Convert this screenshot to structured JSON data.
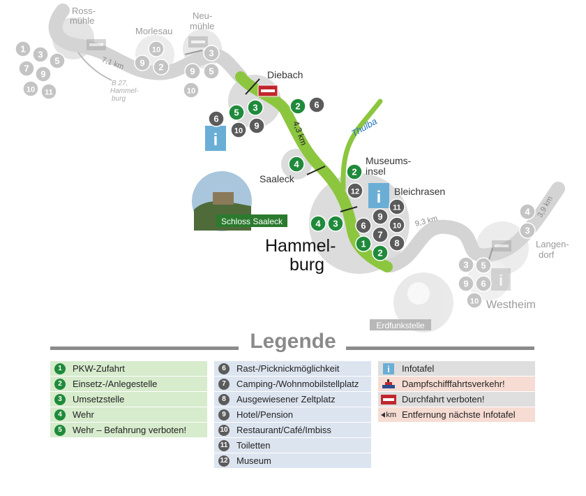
{
  "map": {
    "places": {
      "rossmuehle_1": "Ross-",
      "rossmuehle_2": "mühle",
      "morlesau": "Morlesau",
      "neumuehle_1": "Neu-",
      "neumuehle_2": "mühle",
      "diebach": "Diebach",
      "saaleck": "Saaleck",
      "museumsinsel_1": "Museums-",
      "museumsinsel_2": "insel",
      "bleichrasen": "Bleichrasen",
      "hammelburg_1": "Hammel-",
      "hammelburg_2": "burg",
      "langendorf_1": "Langen-",
      "langendorf_2": "dorf",
      "westheim": "Westheim",
      "thulba": "Thulba",
      "b27_1": "B 27,",
      "b27_2": "Hammel-",
      "b27_3": "burg"
    },
    "photo_labels": {
      "schloss": "Schloss Saaleck",
      "erdfunk": "Erdfunkstelle"
    },
    "distances": {
      "d1": "7,1 km",
      "d2": "4,3 km",
      "d3": "9,3 km",
      "d4": "3,9 km"
    },
    "markers": {
      "ross": [
        "1",
        "3",
        "5",
        "7",
        "9",
        "10",
        "11"
      ],
      "morlesau": [
        "10",
        "9",
        "2"
      ],
      "neumuehle": [
        "3",
        "9",
        "5",
        "10"
      ],
      "diebach": [
        "6",
        "5",
        "3",
        "10",
        "9",
        "2",
        "6"
      ],
      "saaleck": [
        "4"
      ],
      "museumsinsel": [
        "2",
        "12"
      ],
      "hammelburg": [
        "4",
        "3",
        "11",
        "9",
        "10",
        "6",
        "7",
        "8",
        "1",
        "2"
      ],
      "langendorf": [
        "4",
        "3"
      ],
      "westheim": [
        "3",
        "5",
        "9",
        "6",
        "10"
      ]
    }
  },
  "legend": {
    "title": "Legende",
    "col1": [
      {
        "num": "1",
        "label": "PKW-Zufahrt"
      },
      {
        "num": "2",
        "label": "Einsetz-/Anlegestelle"
      },
      {
        "num": "3",
        "label": "Umsetzstelle"
      },
      {
        "num": "4",
        "label": "Wehr"
      },
      {
        "num": "5",
        "label": "Wehr – Befahrung verboten!"
      }
    ],
    "col2": [
      {
        "num": "6",
        "label": "Rast-/Picknickmöglichkeit"
      },
      {
        "num": "7",
        "label": "Camping-/Wohnmobilstellplatz"
      },
      {
        "num": "8",
        "label": "Ausgewiesener Zeltplatz"
      },
      {
        "num": "9",
        "label": "Hotel/Pension"
      },
      {
        "num": "10",
        "label": "Restaurant/Café/Imbiss"
      },
      {
        "num": "11",
        "label": "Toiletten"
      },
      {
        "num": "12",
        "label": "Museum"
      }
    ],
    "col3": [
      {
        "icon": "info-board-icon",
        "label": "Infotafel"
      },
      {
        "icon": "steamboat-icon",
        "label": "Dampfschifffahrtsverkehr!"
      },
      {
        "icon": "no-passage-sign-icon",
        "label": "Durchfahrt verboten!"
      },
      {
        "icon": "distance-arrow-icon",
        "label": "Entfernung nächste Infotafel",
        "icon_text": "km"
      }
    ]
  },
  "colors": {
    "river_active": "#8cc63f",
    "river_faded": "#d4d4d4",
    "green_badge": "#1f8a3b",
    "dark_badge": "#5b5b5b",
    "info_blue": "#6aaed6",
    "no_entry_red": "#c0272d"
  }
}
